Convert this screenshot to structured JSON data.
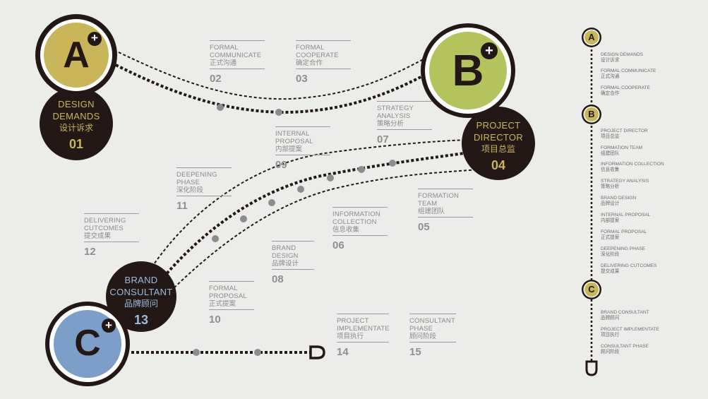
{
  "colors": {
    "background": "#ececea",
    "dark": "#231815",
    "gold": "#c9b55a",
    "green": "#b4c35e",
    "blue": "#7c9ec8",
    "gray_text": "#8a8a8a",
    "dot_gray": "#8c8c8c"
  },
  "phases": {
    "a": {
      "letter": "A",
      "en_line1": "DESIGN",
      "en_line2": "DEMANDS",
      "zh": "设计诉求",
      "num": "01"
    },
    "b": {
      "letter": "B",
      "en_line1": "PROJECT",
      "en_line2": "DIRECTOR",
      "zh": "项目总监",
      "num": "04"
    },
    "c": {
      "letter": "C",
      "en_line1": "BRAND",
      "en_line2": "CONSULTANT",
      "zh": "品牌顾问",
      "num": "13"
    }
  },
  "plus_symbol": "+",
  "steps": [
    {
      "en": "FORMAL COMMUNICATE",
      "zh": "正式沟通",
      "num": "02"
    },
    {
      "en": "FORMAL COOPERATE",
      "zh": "确定合作",
      "num": "03"
    },
    {
      "en": "STRATEGY ANALYSIS",
      "zh": "策略分析",
      "num": "07"
    },
    {
      "en": "INTERNAL PROPOSAL",
      "zh": "内部提案",
      "num": "09"
    },
    {
      "en": "DEEPENING PHASE",
      "zh": "深化阶段",
      "num": "11"
    },
    {
      "en": "FORMATION TEAM",
      "zh": "组建团队",
      "num": "05"
    },
    {
      "en": "INFORMATION COLLECTION",
      "zh": "信息收集",
      "num": "06"
    },
    {
      "en": "DELIVERING CUTCOMES",
      "zh": "提交成果",
      "num": "12"
    },
    {
      "en": "BRAND DESIGN",
      "zh": "品牌设计",
      "num": "08"
    },
    {
      "en": "FORMAL PROPOSAL",
      "zh": "正式提案",
      "num": "10"
    },
    {
      "en": "PROJECT IMPLEMENTATE",
      "zh": "项目执行",
      "num": "14"
    },
    {
      "en": "CONSULTANT PHASE",
      "zh": "顾问阶段",
      "num": "15"
    }
  ],
  "sidebar": {
    "a_items": [
      {
        "en": "DESIGN DEMANDS",
        "zh": "设计诉求"
      },
      {
        "en": "FORMAL COMMUNICATE",
        "zh": "正式沟通"
      },
      {
        "en": "FORMAL COOPERATE",
        "zh": "确定合作"
      }
    ],
    "b_items": [
      {
        "en": "PROJECT DIRECTOR",
        "zh": "项目总监"
      },
      {
        "en": "FORMATION TEAM",
        "zh": "组建团队"
      },
      {
        "en": "INFORMATION COLLECTION",
        "zh": "信息收集"
      },
      {
        "en": "STRATEGY ANALYSIS",
        "zh": "策略分析"
      },
      {
        "en": "BRAND DESIGN",
        "zh": "品牌设计"
      },
      {
        "en": "INTERNAL PROPOSAL",
        "zh": "内部提案"
      },
      {
        "en": "FORMAL PROPOSAL",
        "zh": "正式提案"
      },
      {
        "en": "DEEPENING PHASE",
        "zh": "深化阶段"
      },
      {
        "en": "DELIVERING CUTCOMES",
        "zh": "提交成果"
      }
    ],
    "c_items": [
      {
        "en": "BRAND CONSULTANT",
        "zh": "品牌顾问"
      },
      {
        "en": "PROJECT IMPLEMENTATE",
        "zh": "项目执行"
      },
      {
        "en": "CONSULTANT PHASE",
        "zh": "顾问阶段"
      }
    ]
  }
}
